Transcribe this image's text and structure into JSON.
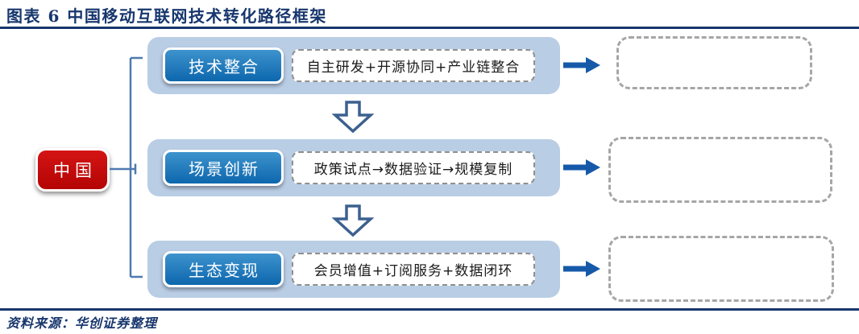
{
  "header": {
    "title": "图表 6  中国移动互联网技术转化路径框架"
  },
  "root_node": {
    "label": "中国"
  },
  "rows": [
    {
      "stage": "技术整合",
      "detail": "自主研发+开源协同+产业链整合"
    },
    {
      "stage": "场景创新",
      "detail": "政策试点→数据验证→规模复制"
    },
    {
      "stage": "生态变现",
      "detail": "会员增值+订阅服务+数据闭环"
    }
  ],
  "outcome_placeholders": {
    "count": 3,
    "note": ""
  },
  "source": {
    "label": "资料来源：华创证券整理"
  },
  "colors": {
    "navy": "#17366d",
    "panel": "#b9cde5",
    "button_blue": "#0d67ad",
    "node_red": "#b40404",
    "flow_arrow_blue": "#1659a9",
    "down_arrow_outline": "#3c618f",
    "dash_gray": "#a6a6a6"
  }
}
